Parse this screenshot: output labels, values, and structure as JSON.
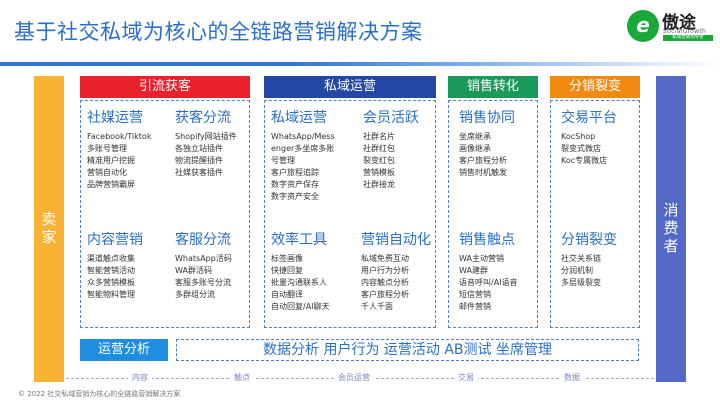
{
  "title": "基于社交私域为核心的全链路营销解决方案",
  "logo": {
    "mark": "e",
    "name": "傲途",
    "sub": "SocialGrowth",
    "tagline": "私域营销领导者"
  },
  "left_side": "卖家",
  "right_side": "消费者",
  "columns": [
    {
      "header": "引流获客",
      "sections": [
        {
          "title": "社媒运营",
          "items": [
            "Facebook/Tiktok",
            "多账号管理",
            "精准用户挖掘",
            "营销自动化",
            "品牌营销霸屏"
          ]
        },
        {
          "title": "获客分流",
          "items": [
            "Shopify网站插件",
            "各独立站插件",
            "物流提醒插件",
            "社媒获客插件"
          ]
        },
        {
          "title": "内容营销",
          "items": [
            "渠道触点收集",
            "智能营销活动",
            "众多营销模板",
            "智能物料管理"
          ]
        },
        {
          "title": "客服分流",
          "items": [
            "WhatsApp活码",
            "WA群活码",
            "客服多账号分流",
            "多群组分流"
          ]
        }
      ]
    },
    {
      "header": "私域运营",
      "sections": [
        {
          "title": "私域运营",
          "items": [
            "WhatsApp/Mess",
            "enger多坐席多账",
            "号管理",
            "客户旅程追踪",
            "数字资产保存",
            "数字资产安全"
          ]
        },
        {
          "title": "会员活跃",
          "items": [
            "社群名片",
            "社群红包",
            "裂变红包",
            "营销模板",
            "社群接龙"
          ]
        },
        {
          "title": "效率工具",
          "items": [
            "标签画像",
            "快捷回复",
            "批量沟通联系人",
            "自动翻译",
            "自动回复/AI聊天"
          ]
        },
        {
          "title": "营销自动化",
          "items": [
            "私域免费互动",
            "用户行为分析",
            "内容触点分析",
            "客户旅程分析",
            "千人千面"
          ]
        }
      ]
    },
    {
      "header": "销售转化",
      "sections": [
        {
          "title": "销售协同",
          "items": [
            "坐席继承",
            "画像继承",
            "客户旅程分析",
            "销售时机触发"
          ]
        },
        {
          "title": "销售触点",
          "items": [
            "WA主动营销",
            "WA建群",
            "语音呼叫/AI语音",
            "短信营销",
            "邮件营销"
          ]
        }
      ]
    },
    {
      "header": "分销裂变",
      "sections": [
        {
          "title": "交易平台",
          "items": [
            "KocShop",
            "裂变式微店",
            "Koc专属微店"
          ]
        },
        {
          "title": "分销裂变",
          "items": [
            "社交关系链",
            "分润机制",
            "多层级裂变"
          ]
        }
      ]
    }
  ],
  "ops": {
    "label": "运营分析",
    "content": "数据分析  用户行为  运营活动  AB测试  坐席管理"
  },
  "stages": [
    "内容",
    "触点",
    "会员运营",
    "交易",
    "数据"
  ],
  "footer": "© 2022 社交私域营销为核心的全链路营销解决方案",
  "colors": {
    "red": "#e9212c",
    "navy": "#2447a5",
    "green": "#1a9a5a",
    "orange": "#f28a11",
    "left": "#f9b233",
    "right": "#5468c6",
    "blue": "#2a6fc9"
  }
}
